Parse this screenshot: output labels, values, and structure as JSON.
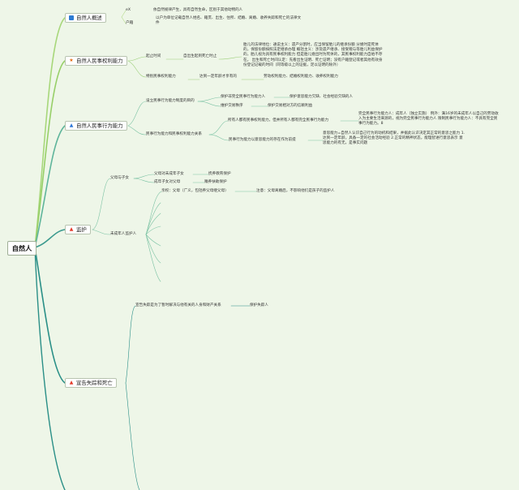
{
  "root": {
    "label": "自然人"
  },
  "branches": [
    {
      "id": "overview",
      "label": "自然人概述",
      "icon": "flag-icon",
      "color": "#2d7bd3",
      "children": [
        {
          "label": "eX",
          "note": "依自然规律产生，具有自然生命，区别于其他动物的人"
        },
        {
          "label": "户籍",
          "note": "以户为单位记载自然人姓名、籍贯、出生、住所、结婚、离婚、收养失踪和死亡的法律文件"
        }
      ]
    },
    {
      "id": "civil-rights",
      "label": "自然人民事权利能力",
      "icon": "star-icon",
      "color": "#e36a10",
      "children": [
        {
          "label": "起止时间",
          "mid": "自出生起到死亡时止",
          "note": "胎儿的法律地位：通说主义：遗产分割时，应当保留胎儿的继承份额 分娩时是死体的，保留份额按照法定继承办理 概括主义：涉及遗产继承、接受赠与等胎儿利益保护的，胎儿视为具有民事权利能力 但是胎儿娩出时为死体的，其民事权利能力自始不存在。 出生和死亡时间认定：先看出生证明、死亡证明；没有户籍登记或者其他有效身份登记记载的时间（同等级以上的证据，足以证明的除外）"
        },
        {
          "label": "特别民事权利能力",
          "mid": "达到一定年龄才享有的",
          "note": "劳动权利能力、结婚权利能力、收养权利能力"
        }
      ]
    },
    {
      "id": "civil-capacity",
      "label": "自然人民事行为能力",
      "icon": "water-drop-icon",
      "color": "#2f78d8",
      "children": [
        {
          "label": "设立民事行为能力制度的目的",
          "items": [
            {
              "label": "保护非完全民事行为能力人",
              "note": "保护意思能力欠缺、社会经验欠缺的人"
            },
            {
              "label": "维护交易秩序",
              "note": "保护交易相对方的信赖利益"
            }
          ]
        },
        {
          "label": "民事行为能力和民事权利能力关系",
          "items": [
            {
              "label": "所有人都有民事权利能力，但并所有人都有完全民事行为能力",
              "note": "完全民事行为能力人：成年人（独立实施） 例外：满16岁的未成年人以自己的劳动收入为主要生活来源的，视为完全民事行为能力人 限制民事行为能力人：不具有完全民事行为能力。8"
            },
            {
              "label": "民事行为能力以意思能力的存在作为前提",
              "note": "意思能力=自然人认识自己行为的动机和结果，并据此认识决定其正常的意思之能力 1.达到一定年龄，具备一定的社会活动经验 2.正常的精神状态，能理智进行意思表示 意思能力的有无，是事实问题"
            }
          ]
        }
      ]
    },
    {
      "id": "guardianship",
      "label": "监护",
      "icon": "fire-icon",
      "color": "#e43b2b",
      "children": [
        {
          "label": "父母与子女",
          "items": [
            {
              "label": "父母对未成年子女",
              "note": "抚养教育保护"
            },
            {
              "label": "成年子女对父母",
              "note": "赡养扶助保护"
            }
          ]
        },
        {
          "label": "未成年人监护人",
          "items": [
            {
              "label": "亲权：父母（广义，包括养父母继父母）",
              "note": "注意：父母离婚后，不影响他们是孩子的监护人"
            }
          ]
        }
      ]
    },
    {
      "id": "disappearance",
      "label": "宣告失踪和死亡",
      "icon": "fire-icon",
      "color": "#e43b2b",
      "children": [
        {
          "label": "宣告失踪是为了暂时解决与他有关的人身和财产关系",
          "note": "保护失踪人"
        }
      ]
    }
  ]
}
